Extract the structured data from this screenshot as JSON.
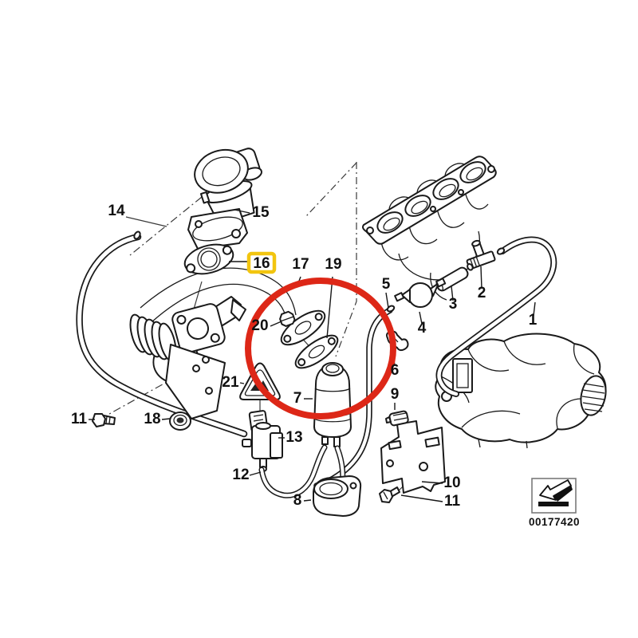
{
  "page": {
    "background": "#ffffff"
  },
  "diagram": {
    "part_labels": [
      {
        "part": "14"
      },
      {
        "part": "15"
      },
      {
        "part": "16"
      },
      {
        "part": "17"
      },
      {
        "part": "19"
      },
      {
        "part": "5"
      },
      {
        "part": "2"
      },
      {
        "part": "3"
      },
      {
        "part": "1"
      },
      {
        "part": "20"
      },
      {
        "part": "4"
      },
      {
        "part": "6"
      },
      {
        "part": "21"
      },
      {
        "part": "7"
      },
      {
        "part": "9"
      },
      {
        "part": "11"
      },
      {
        "part": "18"
      },
      {
        "part": "13"
      },
      {
        "part": "12"
      },
      {
        "part": "10"
      },
      {
        "part": "11"
      },
      {
        "part": "8"
      }
    ],
    "highlights": {
      "red_circle_color": "#dd2717",
      "yellow_box_color": "#f2c50f"
    },
    "stamp": {
      "number": "00177420"
    }
  }
}
